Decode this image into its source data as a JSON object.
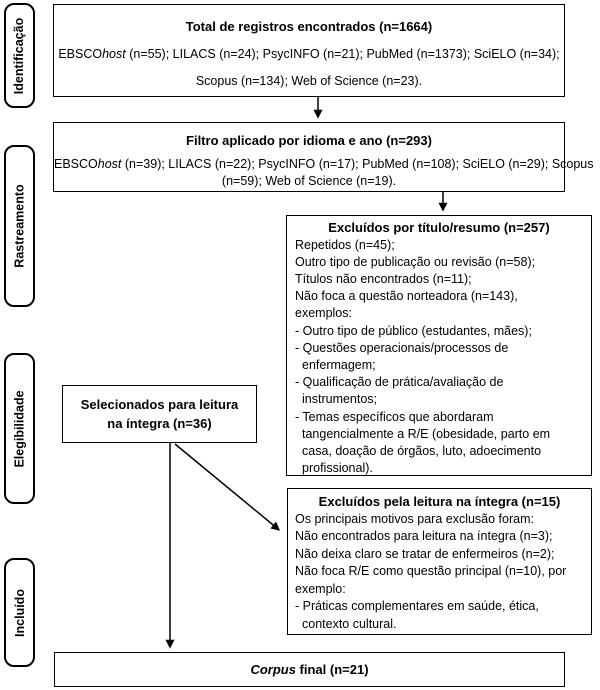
{
  "stages": {
    "identification": "Identificação",
    "screening": "Rastreamento",
    "eligibility": "Elegibilidade",
    "included": "Incluído"
  },
  "total_box": {
    "title": "Total de registros encontrados (n=1664)",
    "line1_prefix": "EBSCO",
    "line1_italic": "host",
    "line1_rest": " (n=55); LILACS (n=24); PsycINFO (n=21); PubMed (n=1373); SciELO (n=34);",
    "line2": "Scopus (n=134); Web of Science (n=23)."
  },
  "filter_box": {
    "title": "Filtro aplicado por idioma e ano (n=293)",
    "line1_prefix": "EBSCO",
    "line1_italic": "host",
    "line1_rest": " (n=39); LILACS (n=22); PsycINFO (n=17); PubMed (n=108); SciELO (n=29); Scopus",
    "line2": "(n=59); Web of Science (n=19)."
  },
  "excluded_title_box": {
    "title": "Excluídos por título/resumo (n=257)",
    "lines": [
      "Repetidos (n=45);",
      "Outro tipo de publicação ou revisão (n=58);",
      "Títulos não encontrados (n=11);",
      "Não foca a questão norteadora (n=143),",
      "exemplos:",
      "- Outro tipo de público (estudantes, mães);",
      "- Questões operacionais/processos de",
      "enfermagem;",
      "- Qualificação de prática/avaliação de",
      "instrumentos;",
      "- Temas específicos que abordaram",
      "tangencialmente a R/E (obesidade, parto em",
      "casa, doação de órgãos, luto, adoecimento",
      "profissional)."
    ]
  },
  "selected_box": {
    "line1": "Selecionados para leitura",
    "line2": "na íntegra (n=36)"
  },
  "excluded_fulltext_box": {
    "title": "Excluídos pela leitura na íntegra (n=15)",
    "lines": [
      "Os principais motivos para exclusão foram:",
      "Não encontrados para leitura na íntegra (n=3);",
      "Não deixa claro se tratar de enfermeiros (n=2);",
      "Não foca R/E como questão principal (n=10), por",
      "exemplo:",
      "- Práticas complementares em saúde, ética,",
      "contexto cultural."
    ]
  },
  "final_box": {
    "italic": "Corpus",
    "rest": " final (n=21)"
  },
  "colors": {
    "border": "#000000",
    "background": "#ffffff",
    "text": "#000000"
  }
}
